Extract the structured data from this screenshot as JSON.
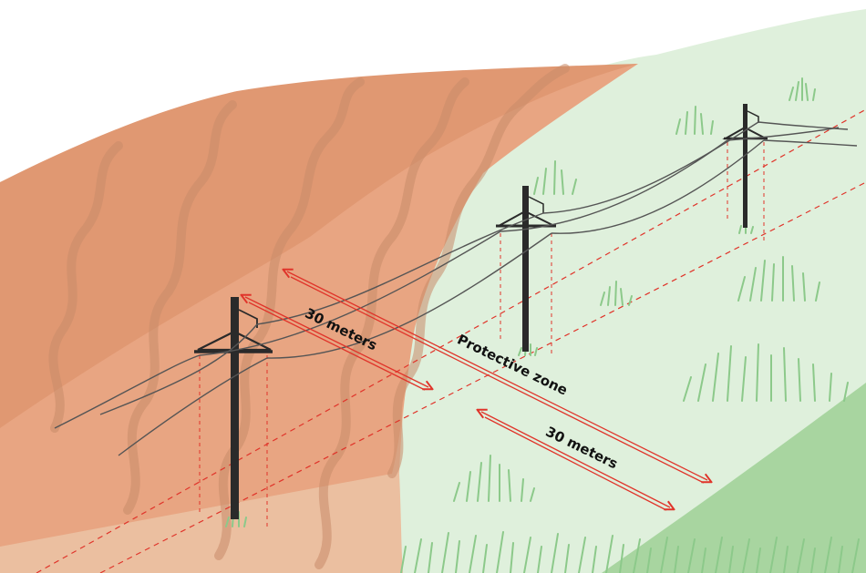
{
  "labels": {
    "left_distance": "30 meters",
    "zone": "Protective zone",
    "right_distance": "30 meters"
  },
  "colors": {
    "farmland_dark": "#e09872",
    "farmland_mid": "#e8a582",
    "farmland_light": "#ebbfa0",
    "farmland_furrow": "#c98c6a",
    "meadow_light": "#dff0dc",
    "meadow_dark": "#a8d5a0",
    "grass": "#8cc98a",
    "pole": "#2a2a2a",
    "wire": "#555555",
    "zone_line": "#e0342a"
  },
  "icons": [
    "utility-pole-icon",
    "grass-tuft-icon",
    "double-arrow-icon"
  ]
}
